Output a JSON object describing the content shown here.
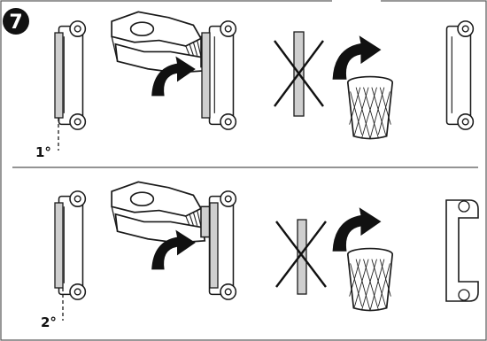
{
  "step": {
    "number": "7"
  },
  "rows": [
    {
      "label": "1°"
    },
    {
      "label": "2°"
    }
  ],
  "colors": {
    "ink": "#1a1a1a",
    "tab_fill": "#cfcfcf",
    "badge_fill": "#111111",
    "frame": "#555555"
  },
  "icons": [
    "hinge-bracket",
    "pliers",
    "curved-arrow",
    "strip",
    "cross-mark",
    "trash-bin"
  ]
}
